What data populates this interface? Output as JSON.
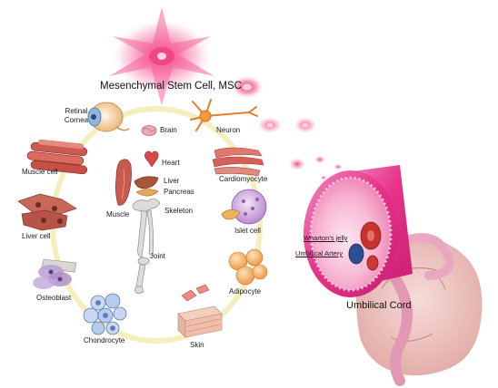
{
  "title": "Mesenchymal Stem Cell, MSC",
  "cell_types": {
    "retinal_cornea": [
      "Retinal",
      "Cornea"
    ],
    "brain": "Brain",
    "neuron": "Neuron",
    "muscle_cell": "Muscle cell",
    "heart": "Heart",
    "liver": "Liver",
    "pancreas": "Pancreas",
    "cardiomyocyte": "Cardiomyocyte",
    "muscle": "Muscle",
    "skeleton": "Skeleton",
    "liver_cell": "Liver cell",
    "islet_cell": "Islet cell",
    "joint": "Joint",
    "osteoblast": "Osteoblast",
    "adipocyte": "Adipocyte",
    "chondrocyte": "Chondrocyte",
    "skin": "Skin"
  },
  "umbilical": {
    "whartons_jelly": "Wharton's jelly",
    "umbilical_artery": "Umbilical Artery",
    "cord_label": "Umbilical Cord"
  },
  "colors": {
    "msc_pink": "#f0508c",
    "cycle_ring": "#f3efbe",
    "cord_magenta": "#e8348a",
    "muscle_red": "#c8544a",
    "bone_grey": "#c8c8c8",
    "chondro_blue": "#8fa8d8",
    "adipocyte_orange": "#f0a050",
    "islet_purple": "#c89ad8",
    "fetus_pink": "#e8b8b4"
  }
}
